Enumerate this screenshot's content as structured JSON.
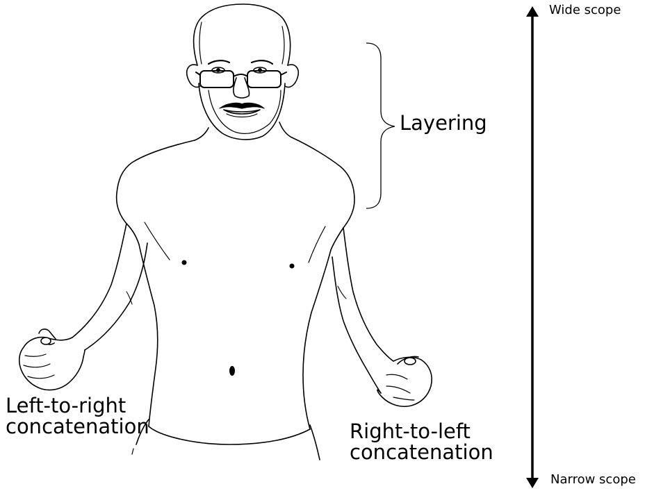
{
  "labels": {
    "layering": "Layering",
    "left_to_right_line1": "Left-to-right",
    "left_to_right_line2": "concatenation",
    "right_to_left_line1": "Right-to-left",
    "right_to_left_line2": "concatenation",
    "wide_scope": "Wide scope",
    "narrow_scope": "Narrow scope"
  },
  "colors": {
    "ink": "#000000",
    "background": "#ffffff"
  },
  "icons": {
    "figure": "person-figure-icon",
    "brace": "curly-brace-icon",
    "arrow": "double-headed-vertical-arrow-icon"
  }
}
